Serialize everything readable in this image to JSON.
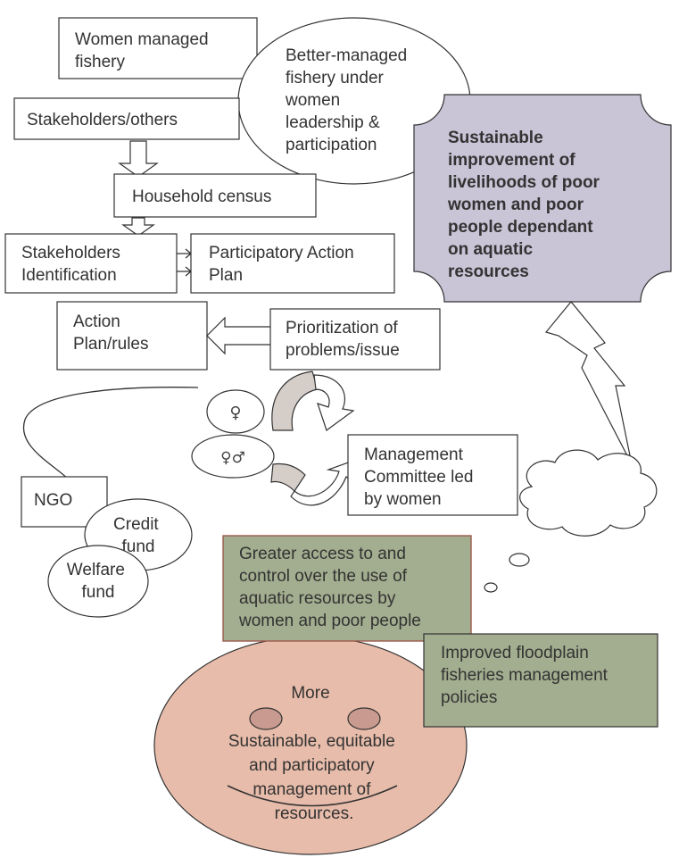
{
  "nodes": {
    "women_managed_fishery": "Women managed fishery",
    "better_managed": "Better-managed fishery under women leadership & participation",
    "stakeholders_others": "Stakeholders/others",
    "household_census": "Household census",
    "stakeholders_identification": "Stakeholders Identification",
    "participatory_action_plan": "Participatory Action Plan",
    "action_plan_rules": "Action Plan/rules",
    "prioritization": "Prioritization of problems/issue",
    "sustainable_improvement": "Sustainable improvement of livelihoods of poor women and poor people dependant on aquatic resources",
    "female_symbol": "♀",
    "mixed_symbol": "♀♂",
    "management_committee": "Management Committee led by women",
    "ngo": "NGO",
    "credit_fund": "Credit fund",
    "welfare_fund": "Welfare fund",
    "greater_access": "Greater access to and control over the use of aquatic resources by women and poor people",
    "improved_floodplain": "Improved floodplain fisheries management policies",
    "face_more": "More",
    "face_sustainable": "Sustainable, equitable and participatory management of resources."
  },
  "colors": {
    "lavender": "#c9c4d6",
    "olive_green": "#a3ad8f",
    "pink": "#e8bcaa",
    "eye": "#c99a8f",
    "curl_arrow": "#d5cdc8",
    "box_border_red": "#9c5a4d"
  }
}
